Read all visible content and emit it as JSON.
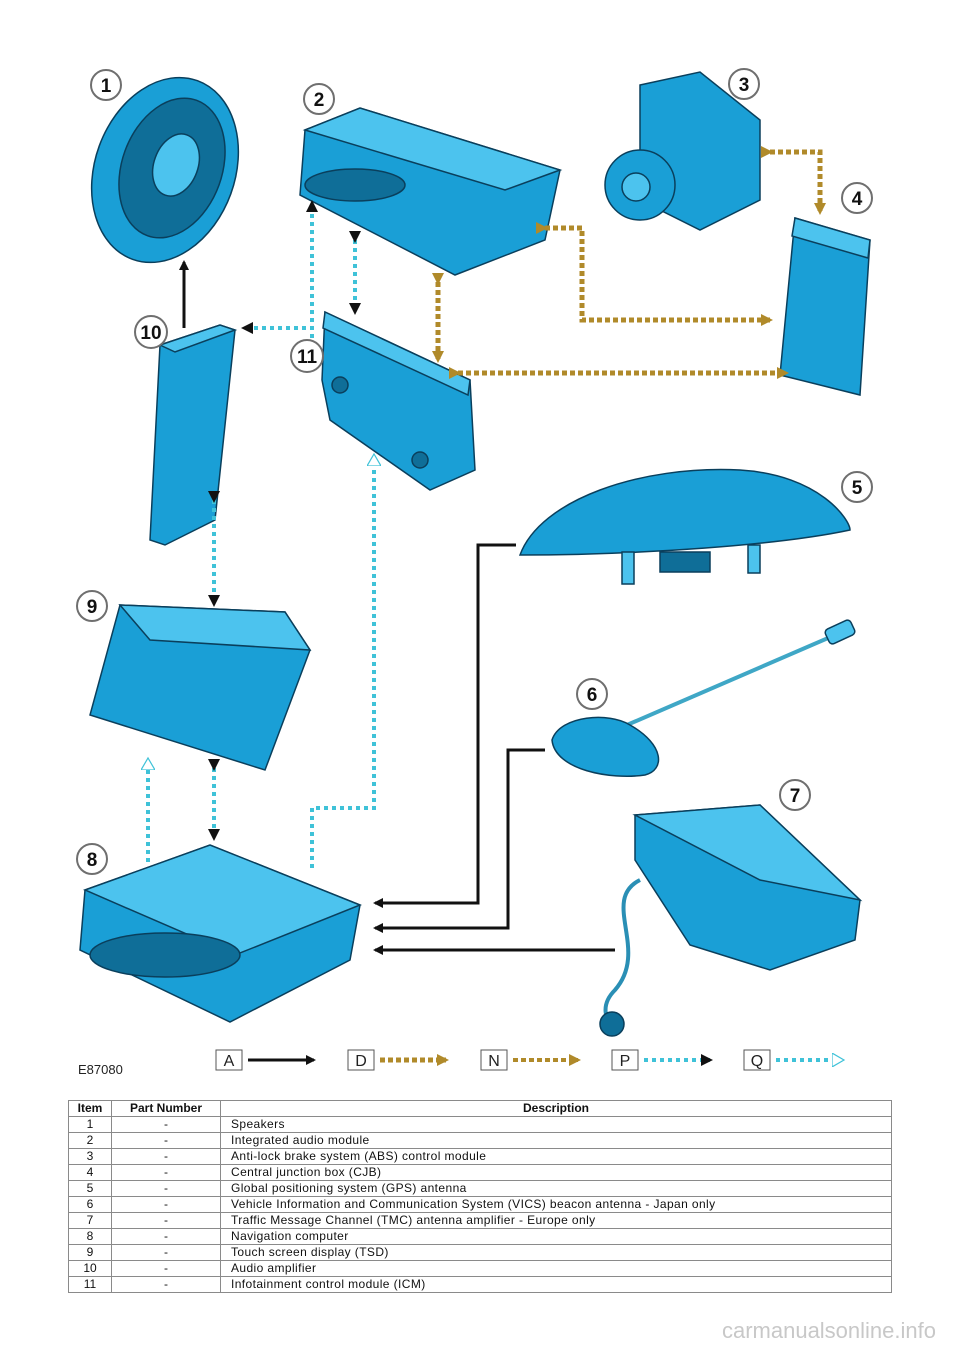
{
  "figure_id": "E87080",
  "callouts": [
    "1",
    "2",
    "3",
    "4",
    "5",
    "6",
    "7",
    "8",
    "9",
    "10",
    "11"
  ],
  "legend": [
    {
      "key": "A",
      "style": "solid-black"
    },
    {
      "key": "D",
      "style": "dotted-gold"
    },
    {
      "key": "N",
      "style": "dotted-gold-solid-head"
    },
    {
      "key": "P",
      "style": "dotted-cyan-solid-head"
    },
    {
      "key": "Q",
      "style": "dotted-cyan-open-head"
    }
  ],
  "colors": {
    "component": "#1a9fd6",
    "connector_gold": "#b08a2a",
    "connector_cyan": "#3fc2d8",
    "connector_black": "#111111"
  },
  "table": {
    "headers": {
      "item": "Item",
      "part": "Part Number",
      "desc": "Description"
    },
    "rows": [
      {
        "item": "1",
        "part": "-",
        "desc": "Speakers"
      },
      {
        "item": "2",
        "part": "-",
        "desc": "Integrated audio module"
      },
      {
        "item": "3",
        "part": "-",
        "desc": "Anti-lock brake system (ABS) control module"
      },
      {
        "item": "4",
        "part": "-",
        "desc": "Central junction box (CJB)"
      },
      {
        "item": "5",
        "part": "-",
        "desc": "Global positioning system (GPS) antenna"
      },
      {
        "item": "6",
        "part": "-",
        "desc": "Vehicle Information and Communication System (VICS) beacon antenna - Japan only"
      },
      {
        "item": "7",
        "part": "-",
        "desc": "Traffic Message Channel (TMC) antenna amplifier - Europe only"
      },
      {
        "item": "8",
        "part": "-",
        "desc": "Navigation computer"
      },
      {
        "item": "9",
        "part": "-",
        "desc": "Touch screen display (TSD)"
      },
      {
        "item": "10",
        "part": "-",
        "desc": "Audio amplifier"
      },
      {
        "item": "11",
        "part": "-",
        "desc": "Infotainment control module (ICM)"
      }
    ]
  },
  "watermark": "carmanualsonline.info"
}
